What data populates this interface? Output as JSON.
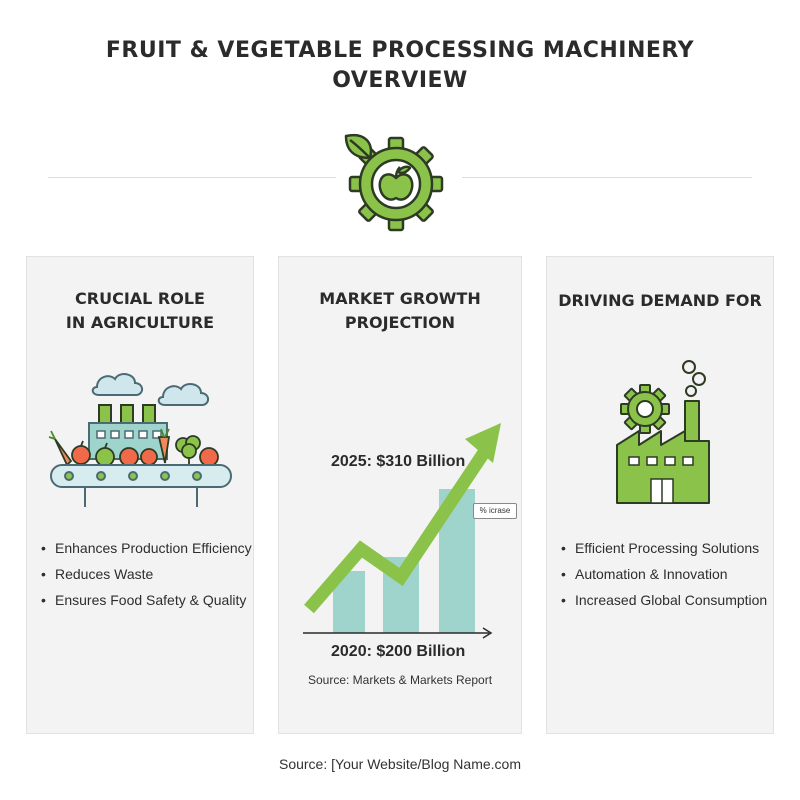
{
  "title": {
    "line1": "FRUIT & VEGETABLE PROCESSING MACHINERY",
    "line2": "OVERVIEW"
  },
  "header_icon": "gear-apple-leaf-icon",
  "colors": {
    "green": "#8bc34a",
    "green_dark": "#2e3b24",
    "teal": "#9fd4cc",
    "panel_bg": "#f3f3f3"
  },
  "panels": [
    {
      "title_line1": "CRUCIAL ROLE",
      "title_line2": "IN AGRICULTURE",
      "icon": "conveyor-factory-produce-icon",
      "items": [
        "Enhances Production Efficiency",
        "Reduces Waste",
        "Ensures Food Safety & Quality"
      ]
    },
    {
      "title_line1": "MARKET GROWTH",
      "title_line2": "PROJECTION",
      "label_2025": "2025: $310 Billion",
      "label_2020": "2020: $200 Billion",
      "badge": "% icrase",
      "source": "Source: Markets & Markets Report"
    },
    {
      "title_line1": "DRIVING DEMAND FOR",
      "icon": "gear-factory-icon",
      "items": [
        "Efficient Processing Solutions",
        "Automation & Innovation",
        "Increased Global Consumption"
      ]
    }
  ],
  "footer": "Source: [Your Website/Blog Name.com"
}
